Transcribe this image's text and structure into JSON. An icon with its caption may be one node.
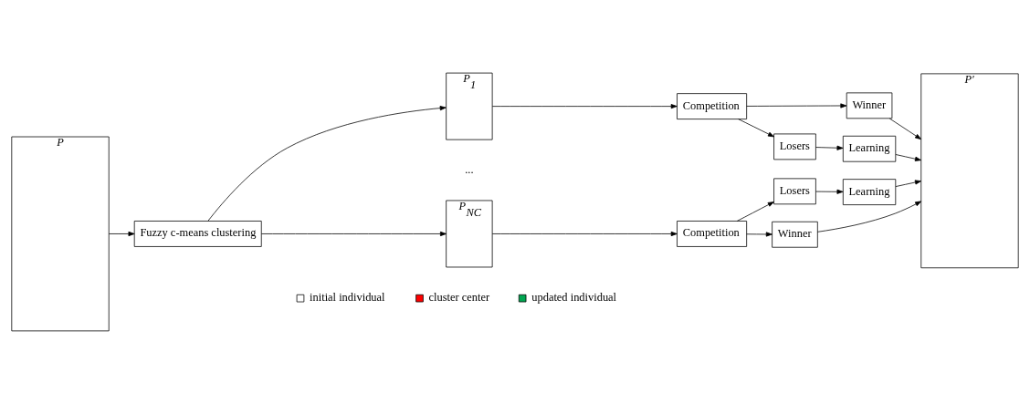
{
  "diagram": {
    "nodes": [
      {
        "text": [
          "P"
        ]
      },
      {
        "text": [
          "Fuzzy c-means clustering"
        ]
      },
      {
        "text": [
          "P$_{1}$"
        ]
      },
      {
        "text": [
          "P$_{NC}$"
        ]
      },
      {
        "text": [
          "Competition"
        ]
      },
      {
        "text": [
          "Competition"
        ]
      },
      {
        "text": [
          "Winner"
        ]
      },
      {
        "text": [
          "Losers"
        ]
      },
      {
        "text": [
          "Learning"
        ]
      },
      {
        "text": [
          "Losers"
        ]
      },
      {
        "text": [
          "Learning"
        ]
      },
      {
        "text": [
          "Winner"
        ]
      },
      {
        "text": [
          "P′"
        ]
      }
    ],
    "edges": [
      {
        "from": 0,
        "to": 1,
        "arrow": "to"
      },
      {
        "from": 1,
        "to": 2,
        "arrow": "to"
      },
      {
        "from": 1,
        "to": 3,
        "arrow": "to"
      },
      {
        "from": 2,
        "to": 4,
        "arrow": "to"
      },
      {
        "from": 3,
        "to": 5,
        "arrow": "to"
      },
      {
        "from": 4,
        "to": 6,
        "arrow": "to"
      },
      {
        "from": 4,
        "to": 7,
        "arrow": "to"
      },
      {
        "from": 7,
        "to": 8,
        "arrow": "to"
      },
      {
        "from": 6,
        "to": 12,
        "arrow": "to"
      },
      {
        "from": 8,
        "to": 12,
        "arrow": "to"
      },
      {
        "from": 5,
        "to": 9,
        "arrow": "to"
      },
      {
        "from": 5,
        "to": 11,
        "arrow": "to"
      },
      {
        "from": 9,
        "to": 10,
        "arrow": "to"
      },
      {
        "from": 10,
        "to": 12,
        "arrow": "to"
      },
      {
        "from": 11,
        "to": 12,
        "arrow": "to"
      }
    ],
    "labels": [
      "..."
    ],
    "legend": [
      {
        "text": "initial individual",
        "color": "#ffffff"
      },
      {
        "text": "cluster center",
        "color": "#ff0000"
      },
      {
        "text": "updated individual",
        "color": "#00a651"
      }
    ]
  }
}
